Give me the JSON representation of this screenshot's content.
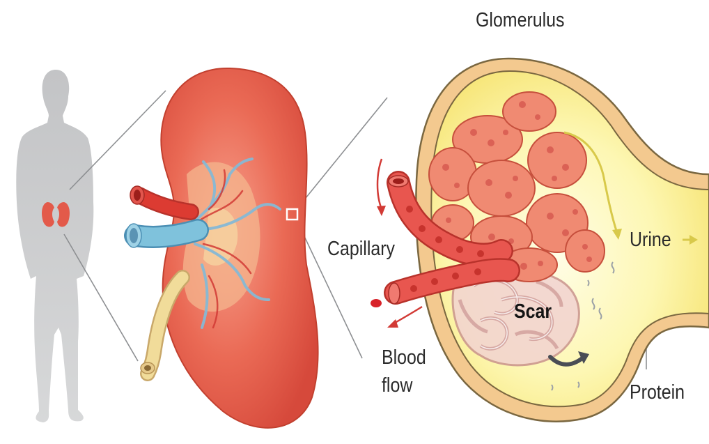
{
  "labels": {
    "glomerulus": "Glomerulus",
    "capillary": "Capillary",
    "urine": "Urine",
    "scar": "Scar",
    "blood_flow_line1": "Blood",
    "blood_flow_line2": "flow",
    "protein": "Protein"
  },
  "colors": {
    "silhouette": "#c9cacb",
    "kidney": "#e8604f",
    "renal_vein": "#7fc2dc",
    "renal_artery": "#dc3b32",
    "ureter": "#f1dc9a",
    "bowman_capsule": "#f3c98f",
    "filtrate": "#fbf28a",
    "capillary": "#e8564f",
    "glomerular_tuft": "#f08a72",
    "scar_tissue": "#f2d3d0",
    "urine_arrow": "#d8c94a",
    "blood_arrow": "#d23a35",
    "leader_line": "#8d8f92"
  }
}
